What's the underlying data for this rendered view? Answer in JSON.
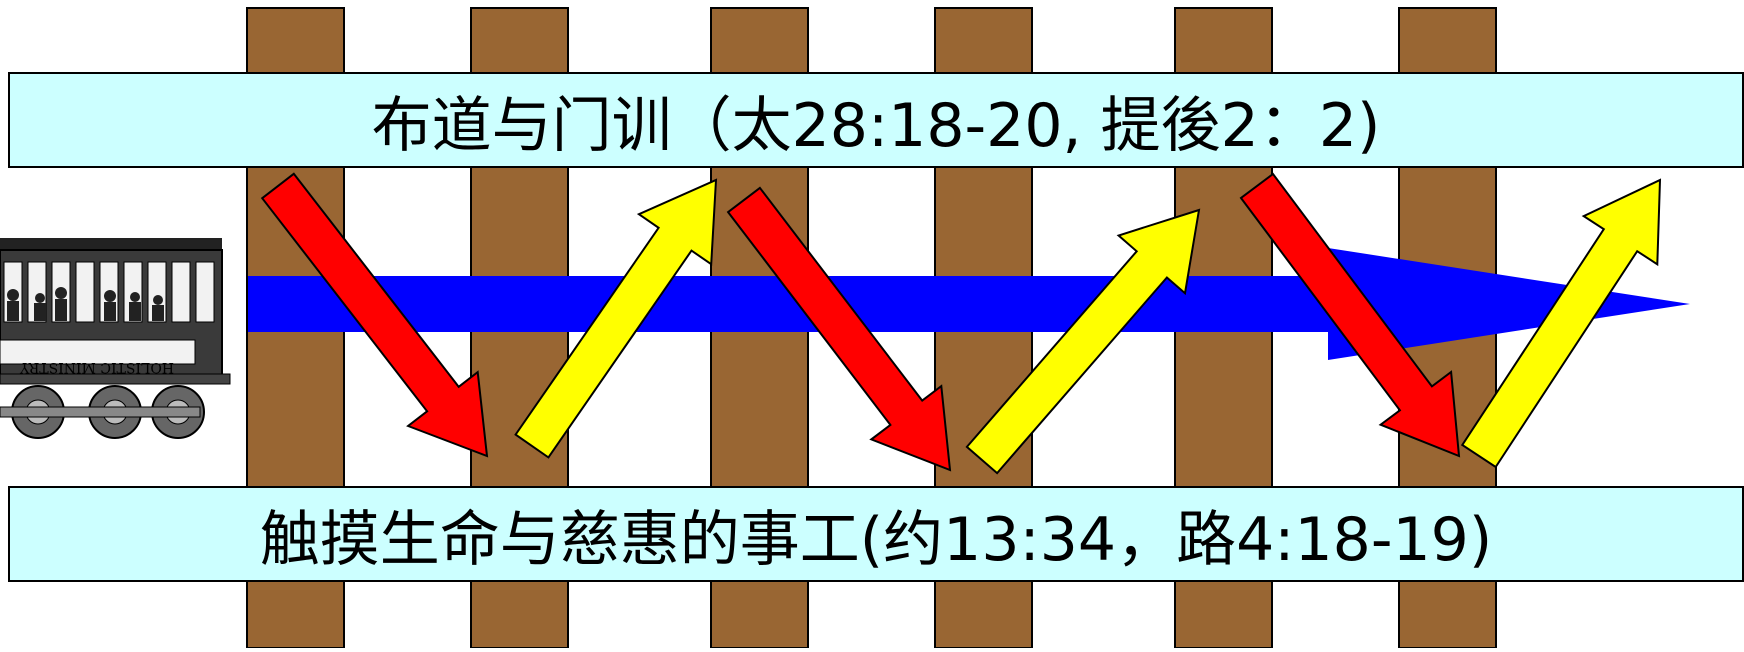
{
  "colors": {
    "tie": "#996633",
    "banner_bg": "#ccffff",
    "track_arrow": "#0000ff",
    "down_arrow": "#ff0000",
    "up_arrow": "#ffff00",
    "outline": "#000000"
  },
  "top_banner": {
    "text": "布道与门训（太28:18-20, 提後2：2)"
  },
  "bottom_banner": {
    "text": "触摸生命与慈惠的事工(约13:34，路4:18-19)"
  },
  "train": {
    "sign_text": "HOLISTIC MINISTRY"
  },
  "arrows": {
    "down": [
      "down-arrow-1",
      "down-arrow-2",
      "down-arrow-3"
    ],
    "up": [
      "up-arrow-1",
      "up-arrow-2",
      "up-arrow-3"
    ]
  }
}
